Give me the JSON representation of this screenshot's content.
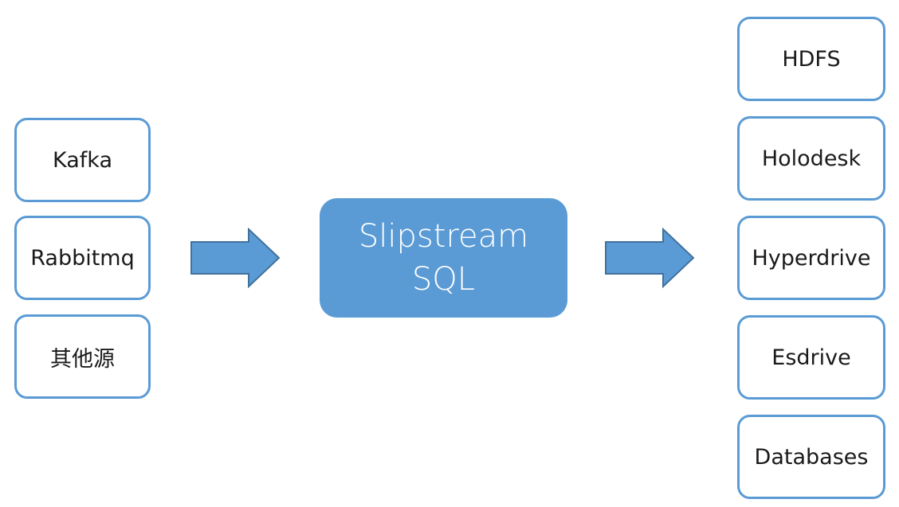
{
  "sources": [
    {
      "label": "Kafka"
    },
    {
      "label": "Rabbitmq"
    },
    {
      "label": "其他源"
    }
  ],
  "engine": {
    "line1": "Slipstream",
    "line2": "SQL"
  },
  "destinations": [
    {
      "label": "HDFS"
    },
    {
      "label": "Holodesk"
    },
    {
      "label": "Hyperdrive"
    },
    {
      "label": "Esdrive"
    },
    {
      "label": "Databases"
    }
  ],
  "colors": {
    "accent": "#5b9bd5",
    "arrow_fill": "#5b9bd5",
    "arrow_stroke": "#41719c"
  }
}
